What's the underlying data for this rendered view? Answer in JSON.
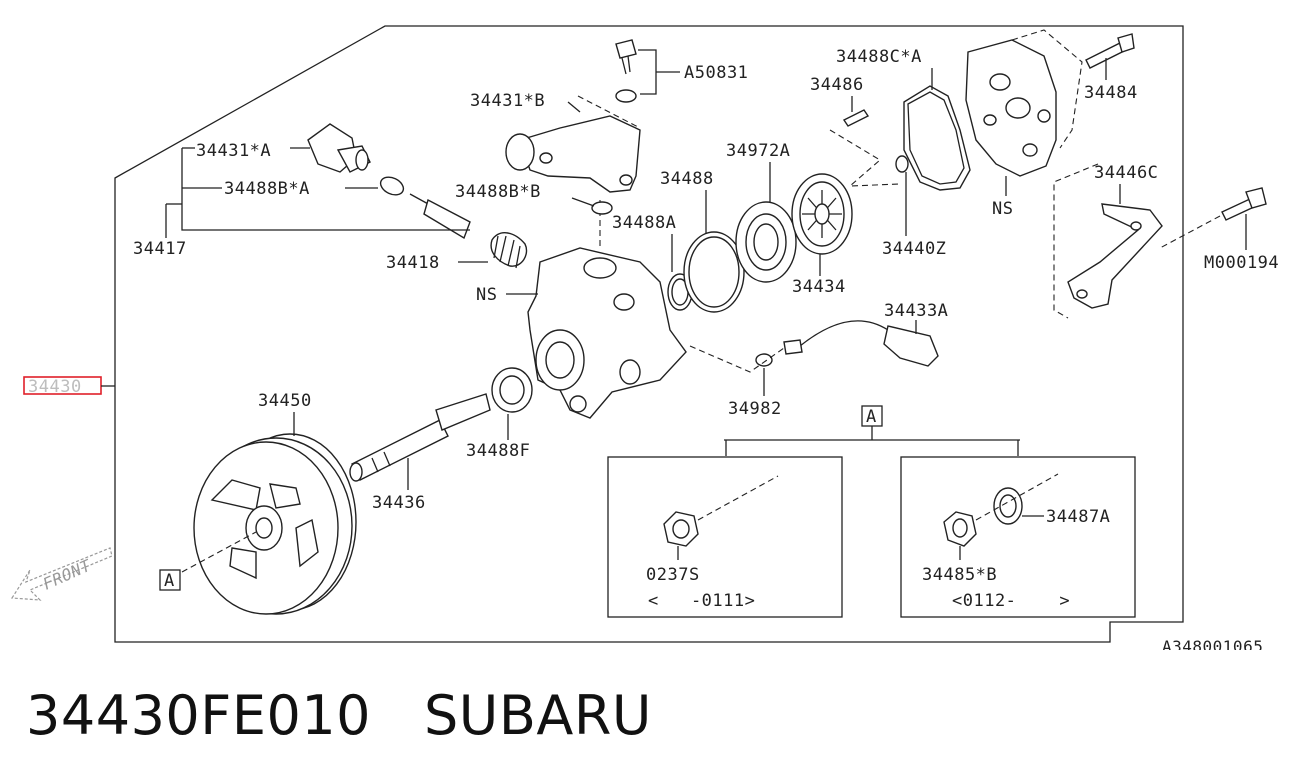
{
  "diagram": {
    "drawing_code": "A348001065",
    "highlighted_part": "34430",
    "front_label": "FRONT",
    "callouts": {
      "a50831": "A50831",
      "p34431b": "34431*B",
      "p34431a": "34431*A",
      "p34488ba": "34488B*A",
      "p34488bb": "34488B*B",
      "p34417": "34417",
      "p34418": "34418",
      "ns_body": "NS",
      "p34488": "34488",
      "p34488a": "34488A",
      "p34972a": "34972A",
      "p34434": "34434",
      "p34486": "34486",
      "p34488ca": "34488C*A",
      "p34440z": "34440Z",
      "ns_cover": "NS",
      "p34484": "34484",
      "p34446c": "34446C",
      "m000194": "M000194",
      "p34433a": "34433A",
      "p34982": "34982",
      "p34450": "34450",
      "p34436": "34436",
      "p34488f": "34488F",
      "ref_a_top": "A",
      "ref_a_pulley": "A"
    },
    "inset_left": {
      "part": "0237S",
      "range": "<   -0111>"
    },
    "inset_right": {
      "part1": "34487A",
      "part2": "34485*B",
      "range": "<0112-    >"
    }
  },
  "caption": {
    "part_number": "34430FE010",
    "brand": "SUBARU",
    "text": "34430FE010   SUBARU"
  }
}
